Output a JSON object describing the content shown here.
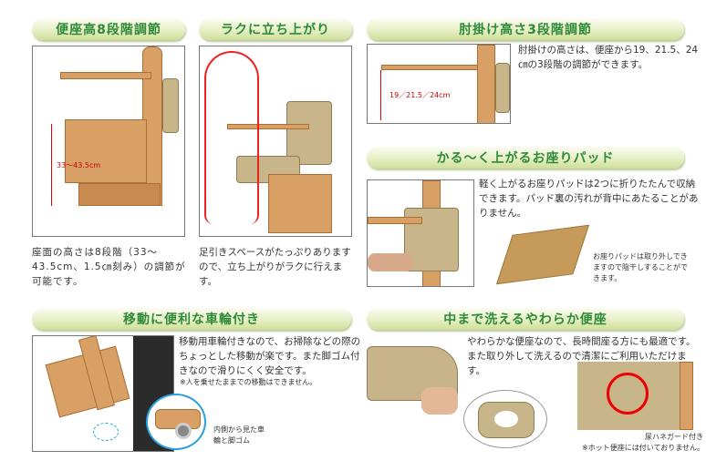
{
  "sections": [
    {
      "title": "便座高8段階調節",
      "text": "座面の高さは8段階（33～43.5cm、1.5㎝刻み）の調節が可能です。",
      "label": "33～43.5cm"
    },
    {
      "title": "ラクに立ち上がり",
      "text": "足引きスペースがたっぷりありますので、立ち上がりがラクに行えます。"
    },
    {
      "title": "肘掛け高さ3段階調節",
      "text": "肘掛けの高さは、便座から19、21.5、24㎝の3段階の調節ができます。",
      "label": "19／21.5／24cm"
    },
    {
      "title": "かる～く上がるお座りパッド",
      "text": "軽く上がるお座りパッドは2つに折りたたんで収納できます。パッド裏の汚れが背中にあたることがありません。",
      "caption": "お座りパッドは取り外しできますので陰干しすることができます。"
    },
    {
      "title": "移動に便利な車輪付き",
      "text": "移動用車輪付きなので、お掃除などの際のちょっとした移動が楽です。また脚ゴム付きなので滑りにくく安全です。",
      "note": "※人を乗せたままでの移動はできません。",
      "caption": "内側から見た車輪と脚ゴム"
    },
    {
      "title": "中まで洗えるやわらか便座",
      "text": "やわらかな便座なので、長時間座る方にも最適です。また取り外して洗えるので清潔にご利用いただけます。",
      "caption": "尿ハネガード付き",
      "note": "※ホット便座には付いておりません。"
    }
  ]
}
